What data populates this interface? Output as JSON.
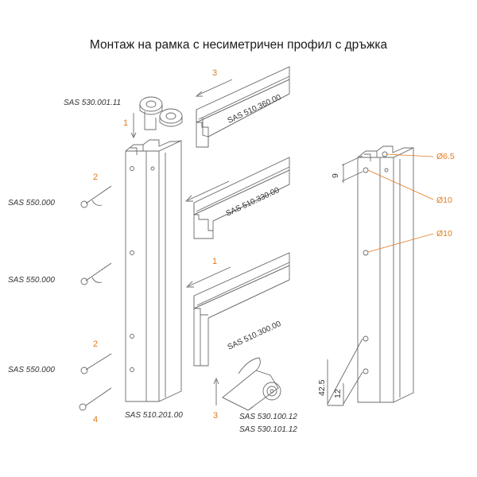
{
  "title": "Монтаж на рамка с несиметричен профил с дръжка",
  "parts": {
    "top_cap": "SAS 530.001.11",
    "screw_1": "SAS 550.000",
    "screw_2": "SAS 550.000",
    "screw_3": "SAS 550.000",
    "upright": "SAS 510.201.00",
    "profile_top": "SAS 510.360.00",
    "profile_middle": "SAS 510.330.00",
    "profile_bottom": "SAS 510.300.00",
    "wheel_a": "SAS 530.100.12",
    "wheel_b": "SAS 530.101.12"
  },
  "steps": {
    "cap": "1",
    "screw_top": "2",
    "screw_lower": "2",
    "screw_bottom": "4",
    "profile_top": "3",
    "profile_bottom": "1",
    "wheel": "3"
  },
  "dimensions": {
    "hole_small": "Ø6.5",
    "hole_top": "Ø10",
    "hole_mid": "Ø10",
    "offset_top": "9",
    "offset_bottom": "42.5",
    "offset_gap": "12"
  },
  "colors": {
    "line": "#6b6b6b",
    "accent": "#e07a1f"
  }
}
